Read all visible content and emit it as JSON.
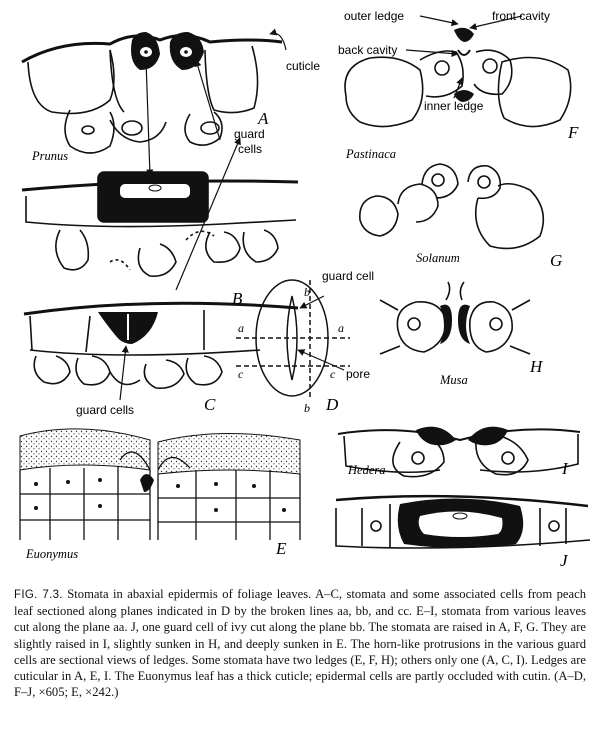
{
  "labels": {
    "cuticle": "cuticle",
    "guard_cells_1": "guard",
    "guard_cells_2": "cells",
    "guard_cells_bottom": "guard cells",
    "prunus": "Prunus",
    "pastinaca": "Pastinaca",
    "solanum": "Solanum",
    "musa": "Musa",
    "hedera": "Hedera",
    "euonymus": "Euonymus",
    "outer_ledge": "outer ledge",
    "front_cavity": "front cavity",
    "back_cavity": "back cavity",
    "inner_ledge": "inner ledge",
    "guard_cell": "guard cell",
    "pore": "pore"
  },
  "panel_letters": {
    "A": "A",
    "B": "B",
    "C": "C",
    "D": "D",
    "E": "E",
    "F": "F",
    "G": "G",
    "H": "H",
    "I": "I",
    "J": "J"
  },
  "plane_marks": {
    "a": "a",
    "b": "b",
    "c": "c"
  },
  "caption": {
    "fig_number": "FIG. 7.3.",
    "text": "Stomata in abaxial epidermis of foliage leaves. A–C, stomata and some associated cells from peach leaf sectioned along planes indicated in D by the broken lines aa, bb, and cc. E–I, stomata from various leaves cut along the plane aa. J, one guard cell of ivy cut along the plane bb. The stomata are raised in A, F, G. They are slightly raised in I, slightly sunken in H, and deeply sunken in E. The horn-like protrusions in the various guard cells are sectional views of ledges. Some stomata have two ledges (E, F, H); others only one (A, C, I). Ledges are cuticular in A, E, I. The Euonymus leaf has a thick cuticle; epidermal cells are partly occluded with cutin. (A–D, F–J, ×605; E, ×242.)"
  },
  "colors": {
    "ink": "#111111",
    "paper": "#ffffff"
  }
}
